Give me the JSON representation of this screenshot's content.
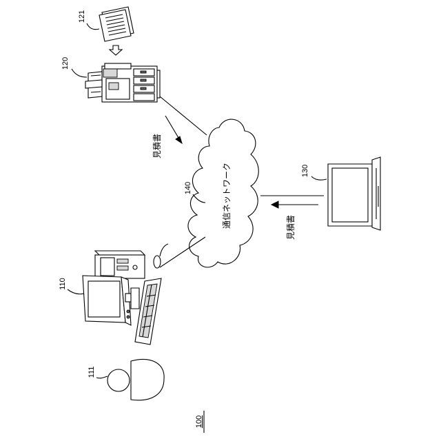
{
  "figure": {
    "figure_number": "100",
    "labels": {
      "user": "111",
      "terminal": "110",
      "image_forming_device": "120",
      "document": "121",
      "notebook_pc": "130",
      "network_ref": "140"
    },
    "network_name": "通信ネットワーク",
    "quote_label_upper": "見積書",
    "quote_label_lower": "見積書"
  }
}
